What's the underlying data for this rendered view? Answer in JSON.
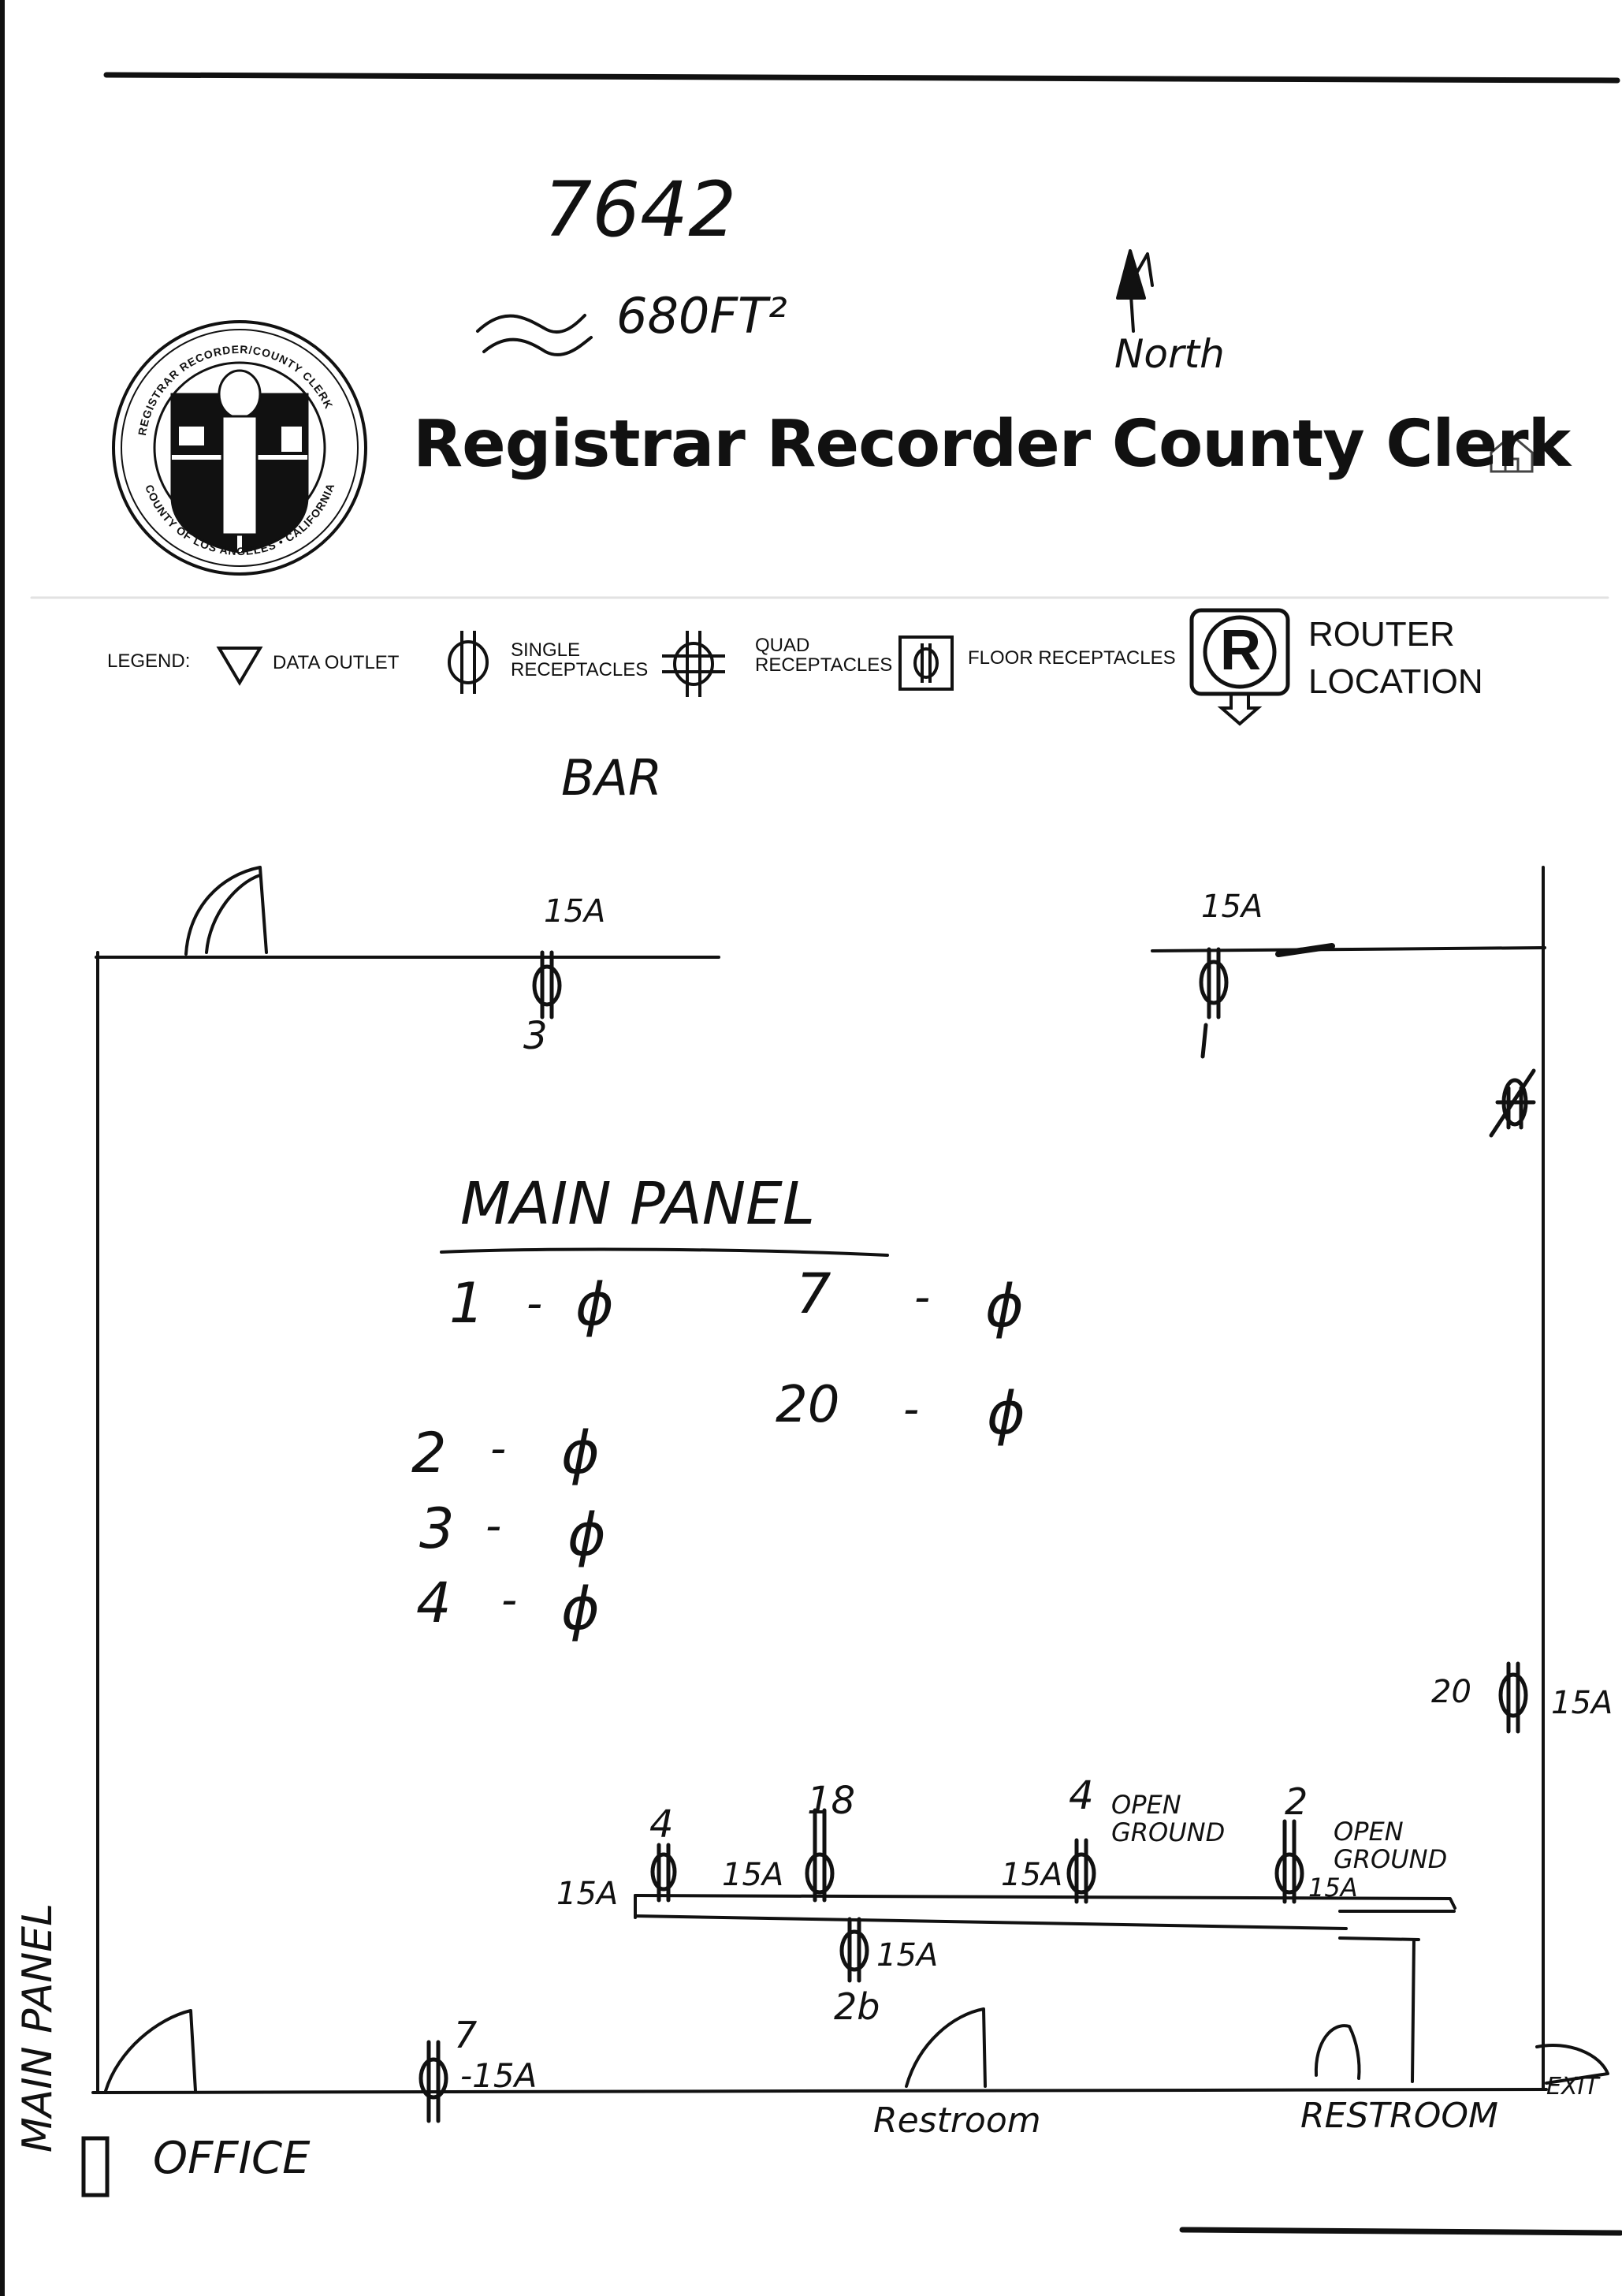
{
  "header": {
    "title": "Registrar Recorder County Clerk",
    "home_icon": "home-icon",
    "seal_icon": "county-seal-icon"
  },
  "handwritten": {
    "doc_number": "7642",
    "area": "680FT²",
    "north_label": "North"
  },
  "legend": {
    "label": "LEGEND:",
    "items": [
      {
        "icon": "data-outlet-triangle-icon",
        "label": "DATA OUTLET"
      },
      {
        "icon": "single-receptacle-icon",
        "label": "SINGLE\nRECEPTACLES"
      },
      {
        "icon": "quad-receptacle-icon",
        "label": "QUAD\nRECEPTACLES"
      },
      {
        "icon": "floor-receptacle-icon",
        "label": "FLOOR RECEPTACLES"
      }
    ],
    "router": {
      "icon": "router-location-icon",
      "glyph": "R",
      "label_line1": "ROUTER",
      "label_line2": "LOCATION"
    }
  },
  "plan": {
    "bar_label": "BAR",
    "main_panel_title": "MAIN PANEL",
    "breakers": [
      {
        "num": "1",
        "sep": "-",
        "mark": "ɸ"
      },
      {
        "num": "7",
        "sep": "-",
        "mark": "ɸ"
      },
      {
        "num": "20",
        "sep": "-",
        "mark": "ɸ"
      },
      {
        "num": "2",
        "sep": "-",
        "mark": "ɸ"
      },
      {
        "num": "3",
        "sep": "-",
        "mark": "ɸ"
      },
      {
        "num": "4",
        "sep": "-",
        "mark": "ɸ"
      }
    ],
    "amp": "15A",
    "amp_dash": "-15A",
    "circuits": {
      "top_left": "3",
      "right_wall": "20",
      "counter_a": "4",
      "counter_b": "18",
      "counter_c": "4",
      "counter_d": "2",
      "under_counter": "2b",
      "bottom_wall": "7"
    },
    "notes": {
      "open_ground_1": "OPEN\nGROUND",
      "open_ground_2": "OPEN\nGROUND"
    },
    "side_label": "MAIN PANEL",
    "office": "OFFICE",
    "restroom_1": "Restroom",
    "restroom_2": "RESTROOM",
    "exit": "EXIT"
  }
}
